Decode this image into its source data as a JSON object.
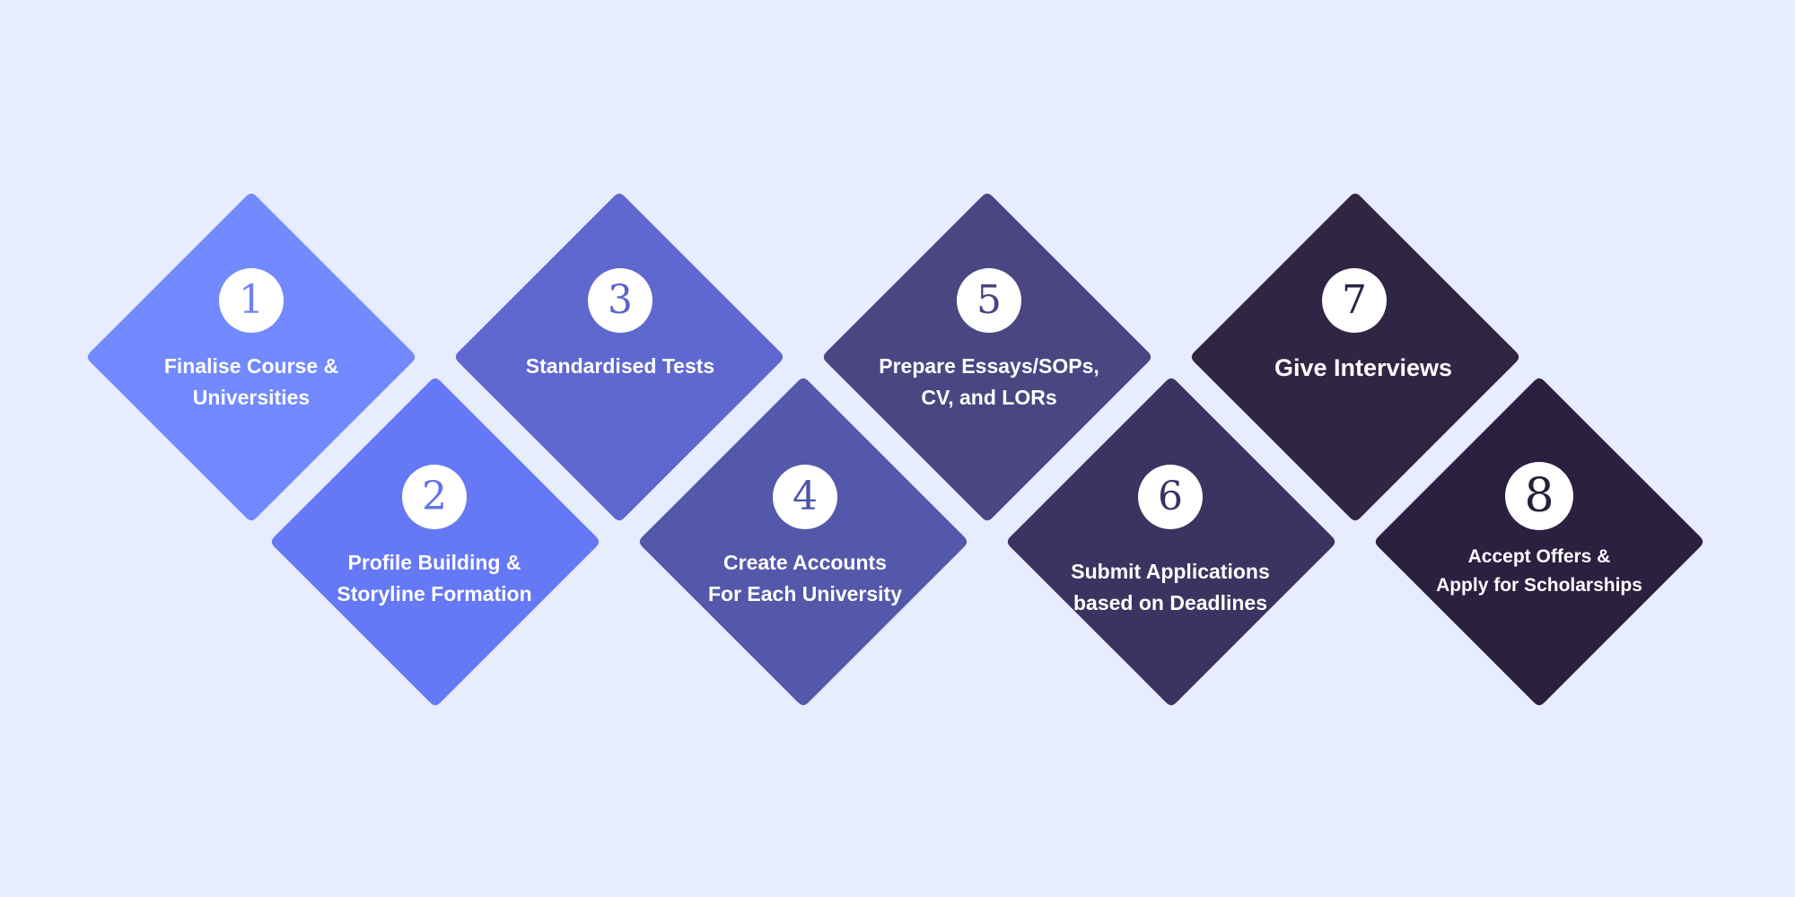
{
  "background": "#e7ecff",
  "steps": [
    {
      "number": "1",
      "label": "Finalise Course &\nUniversities",
      "color": "#7289ff",
      "number_color": "#6f83f2"
    },
    {
      "number": "2",
      "label": "Profile Building &\nStoryline Formation",
      "color": "#6578f5",
      "number_color": "#6073ee"
    },
    {
      "number": "3",
      "label": "Standardised Tests",
      "color": "#5e68cf",
      "number_color": "#5a64c9"
    },
    {
      "number": "4",
      "label": "Create Accounts\nFor Each University",
      "color": "#5458aa",
      "number_color": "#4f54a6"
    },
    {
      "number": "5",
      "label": "Prepare Essays/SOPs,\nCV, and LORs",
      "color": "#4a4681",
      "number_color": "#474480"
    },
    {
      "number": "6",
      "label": "Submit Applications\nbased on Deadlines",
      "color": "#3c3460",
      "number_color": "#3a3260"
    },
    {
      "number": "7",
      "label": "Give Interviews",
      "color": "#302543",
      "number_color": "#2e2442"
    },
    {
      "number": "8",
      "label": "Accept Offers &\nApply for Scholarships",
      "color": "#2b2040",
      "number_color": "#291e3c"
    }
  ]
}
